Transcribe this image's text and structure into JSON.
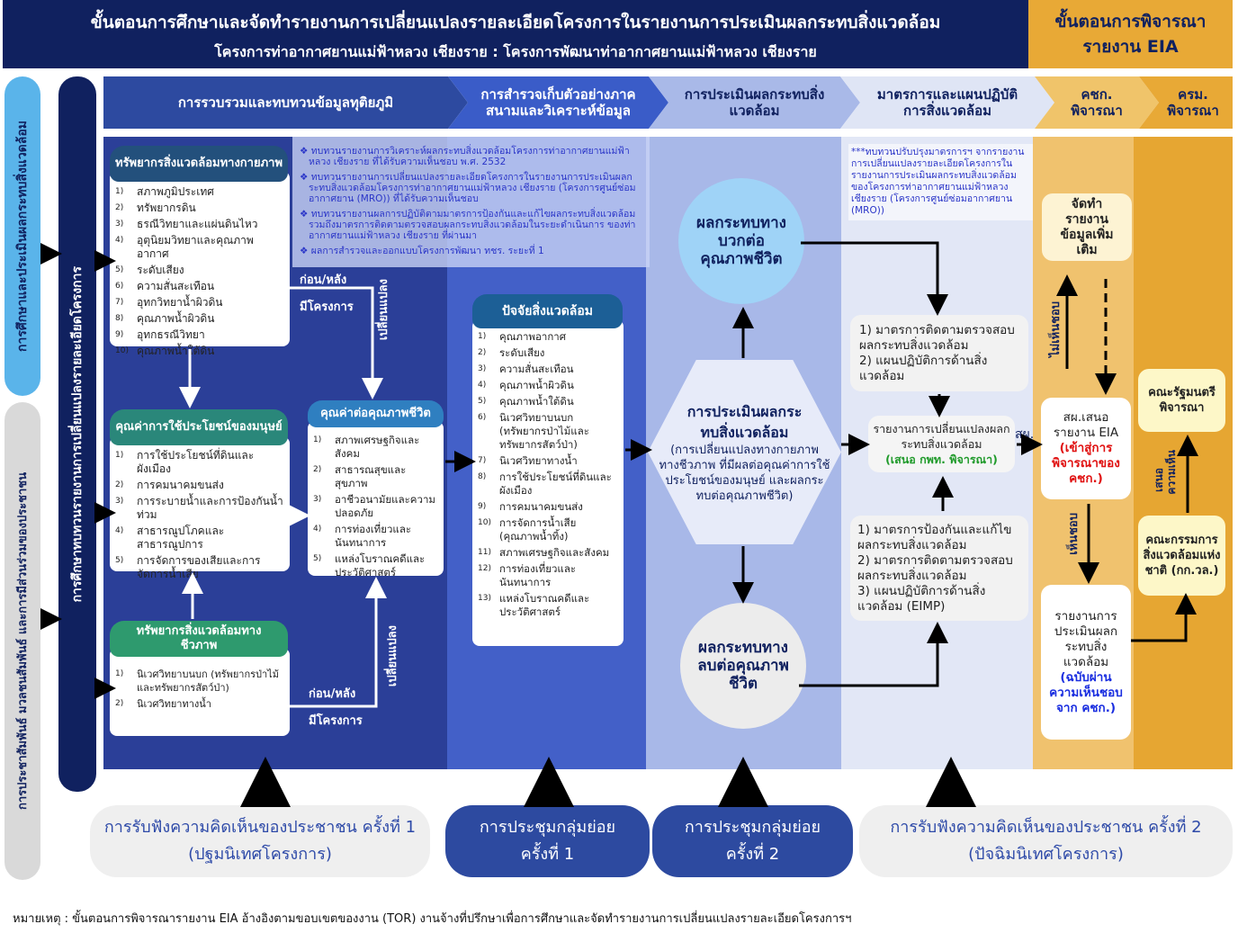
{
  "header": {
    "title": "ขั้นตอนการศึกษาและจัดทำรายงานการเปลี่ยนแปลงรายละเอียดโครงการในรายงานการประเมินผลกระทบสิ่งแวดล้อม",
    "subtitle": "โครงการท่าอากาศยานแม่ฟ้าหลวง เชียงราย : โครงการพัฒนาท่าอากาศยานแม่ฟ้าหลวง เชียงราย",
    "eia_title": "ขั้นตอนการพิจารณา",
    "eia_subtitle": "รายงาน EIA"
  },
  "side": {
    "study": "การศึกษาและประเมินผลกระทบสิ่งแวดล้อม",
    "participation": "การประชาสัมพันธ์ มวลชนสัมพันธ์ และการมีส่วนร่วมของประชาชน",
    "review": "การศึกษาทบทวนรายงานการเปลี่ยนแปลงรายละเอียดโครงการ"
  },
  "steps": [
    {
      "label": "การรวบรวมและทบทวนข้อมูลทุติยภูมิ"
    },
    {
      "label": "การสำรวจเก็บตัวอย่างภาคสนามและวิเคราะห์ข้อมูล"
    },
    {
      "label": "การประเมินผลกระทบสิ่งแวดล้อม"
    },
    {
      "label": "มาตรการและแผนปฏิบัติการสิ่งแวดล้อม"
    },
    {
      "label": "คชก. พิจารณา"
    },
    {
      "label": "ครม. พิจารณา"
    }
  ],
  "review_notes": [
    "ทบทวนรายงานการวิเคราะห์ผลกระทบสิ่งแวดล้อมโครงการท่าอากาศยานแม่ฟ้าหลวง เชียงราย ที่ได้รับความเห็นชอบ พ.ศ. 2532",
    "ทบทวนรายงานการเปลี่ยนแปลงรายละเอียดโครงการในรายงานการประเมินผลกระทบสิ่งแวดล้อมโครงการท่าอากาศยานแม่ฟ้าหลวง เชียงราย (โครงการศูนย์ซ่อมอากาศยาน (MRO)) ที่ได้รับความเห็นชอบ",
    "ทบทวนรายงานผลการปฏิบัติตามมาตรการป้องกันและแก้ไขผลกระทบสิ่งแวดล้อม รวมถึงมาตรการติดตามตรวจสอบผลกระทบสิ่งแวดล้อมในระยะดำเนินการ ของท่าอากาศยานแม่ฟ้าหลวง เชียงราย ที่ผ่านมา",
    "ผลการสำรวจและออกแบบโครงการพัฒนา ทชร. ระยะที่ 1"
  ],
  "physical": {
    "title": "ทรัพยากรสิ่งแวดล้อมทางกายภาพ",
    "items": [
      "สภาพภูมิประเทศ",
      "ทรัพยากรดิน",
      "ธรณีวิทยาและแผ่นดินไหว",
      "อุตุนิยมวิทยาและคุณภาพอากาศ",
      "ระดับเสียง",
      "ความสั่นสะเทือน",
      "อุทกวิทยาน้ำผิวดิน",
      "คุณภาพน้ำผิวดิน",
      "อุทกธรณีวิทยา",
      "คุณภาพน้ำใต้ดิน"
    ]
  },
  "human_use": {
    "title": "คุณค่าการใช้ประโยชน์ของมนุษย์",
    "items": [
      "การใช้ประโยชน์ที่ดินและผังเมือง",
      "การคมนาคมขนส่ง",
      "การระบายน้ำและการป้องกันน้ำท่วม",
      "สาธารณูปโภคและสาธารณูปการ",
      "การจัดการของเสียและการจัดการน้ำเสีย"
    ]
  },
  "biological": {
    "title": "ทรัพยากรสิ่งแวดล้อมทางชีวภาพ",
    "items": [
      "นิเวศวิทยาบนบก (ทรัพยากรป่าไม้และทรัพยากรสัตว์ป่า)",
      "นิเวศวิทยาทางน้ำ"
    ]
  },
  "quality_of_life": {
    "title": "คุณค่าต่อคุณภาพชีวิต",
    "items": [
      "สภาพเศรษฐกิจและสังคม",
      "สาธารณสุขและสุขภาพ",
      "อาชีวอนามัยและความปลอดภัย",
      "การท่องเที่ยวและนันทนาการ",
      "แหล่งโบราณคดีและประวัติศาสตร์"
    ]
  },
  "env_factors": {
    "title": "ปัจจัยสิ่งแวดล้อม",
    "items": [
      "คุณภาพอากาศ",
      "ระดับเสียง",
      "ความสั่นสะเทือน",
      "คุณภาพน้ำผิวดิน",
      "คุณภาพน้ำใต้ดิน",
      "นิเวศวิทยาบนบก (ทรัพยากรป่าไม้และทรัพยากรสัตว์ป่า)",
      "นิเวศวิทยาทางน้ำ",
      "การใช้ประโยชน์ที่ดินและผังเมือง",
      "การคมนาคมขนส่ง",
      "การจัดการน้ำเสีย (คุณภาพน้ำทิ้ง)",
      "สภาพเศรษฐกิจและสังคม",
      "การท่องเที่ยวและนันทนาการ",
      "แหล่งโบราณคดีและประวัติศาสตร์"
    ]
  },
  "labels": {
    "before_after": "ก่อน/หลัง",
    "with_project": "มีโครงการ",
    "change": "เปลี่ยนแปลง",
    "onep": "สผ.",
    "disapprove": "ไม่เห็นชอบ",
    "approve": "เห็นชอบ",
    "propose": "เสนอ",
    "opinion": "ความเห็น"
  },
  "assessment": {
    "positive": "ผลกระทบทางบวกต่อคุณภาพชีวิต",
    "negative": "ผลกระทบทางลบต่อคุณภาพชีวิต",
    "title": "การประเมินผลกระทบสิ่งแวดล้อม",
    "detail": "(การเปลี่ยนแปลงทางกายภาพ ทางชีวภาพ ที่มีผลต่อคุณค่าการใช้ประโยชน์ของมนุษย์ และผลกระทบต่อคุณภาพชีวิต)"
  },
  "measures": {
    "note": "***ทบทวนปรับปรุงมาตรการฯ จากรายงานการเปลี่ยนแปลงรายละเอียดโครงการในรายงานการประเมินผลกระทบสิ่งแวดล้อมของโครงการท่าอากาศยานแม่ฟ้าหลวง เชียงราย (โครงการศูนย์ซ่อมอากาศยาน (MRO))",
    "top": [
      "1) มาตรการติดตามตรวจสอบผลกระทบสิ่งแวดล้อม",
      "2) แผนปฏิบัติการด้านสิ่งแวดล้อม"
    ],
    "report": "รายงานการเปลี่ยนแปลงผลกระทบสิ่งแวดล้อม",
    "report_note": "(เสนอ กพท. พิจารณา)",
    "bottom": [
      "1) มาตรการป้องกันและแก้ไขผลกระทบสิ่งแวดล้อม",
      "2) มาตรการติดตามตรวจสอบผลกระทบสิ่งแวดล้อม",
      "3) แผนปฏิบัติการด้านสิ่งแวดล้อม (EIMP)"
    ]
  },
  "eia": {
    "additional": "จัดทำรายงานข้อมูลเพิ่มเติม",
    "submit": "สผ.เสนอรายงาน EIA",
    "submit_note": "(เข้าสู่การพิจารณาของ คชก.)",
    "final": "รายงานการประเมินผลกระทบสิ่งแวดล้อม",
    "final_note": "(ฉบับผ่านความเห็นชอบจาก คชก.)",
    "cabinet": "คณะรัฐมนตรีพิจารณา",
    "neb": "คณะกรรมการสิ่งแวดล้อมแห่งชาติ (กก.วล.)"
  },
  "meetings": [
    {
      "l1": "การรับฟังความคิดเห็นของประชาชน ครั้งที่ 1",
      "l2": "(ปฐมนิเทศโครงการ)"
    },
    {
      "l1": "การประชุมกลุ่มย่อย",
      "l2": "ครั้งที่  1"
    },
    {
      "l1": "การประชุมกลุ่มย่อย",
      "l2": "ครั้งที่  2"
    },
    {
      "l1": "การรับฟังความคิดเห็นของประชาชน ครั้งที่ 2",
      "l2": "(ปัจฉิมนิเทศโครงการ)"
    }
  ],
  "footnote": "หมายเหตุ :   ขั้นตอนการพิจารณารายงาน EIA อ้างอิงตามขอบเขตของงาน (TOR) งานจ้างที่ปรึกษาเพื่อการศึกษาและจัดทำรายงานการเปลี่ยนแปลงรายละเอียดโครงการฯ",
  "colors": {
    "navy": "#10215f",
    "gold": "#e8a936",
    "col1": "#2b3f98",
    "col2": "#4360c8",
    "col3": "#a8b8e8",
    "col4": "#e2e7f6"
  }
}
